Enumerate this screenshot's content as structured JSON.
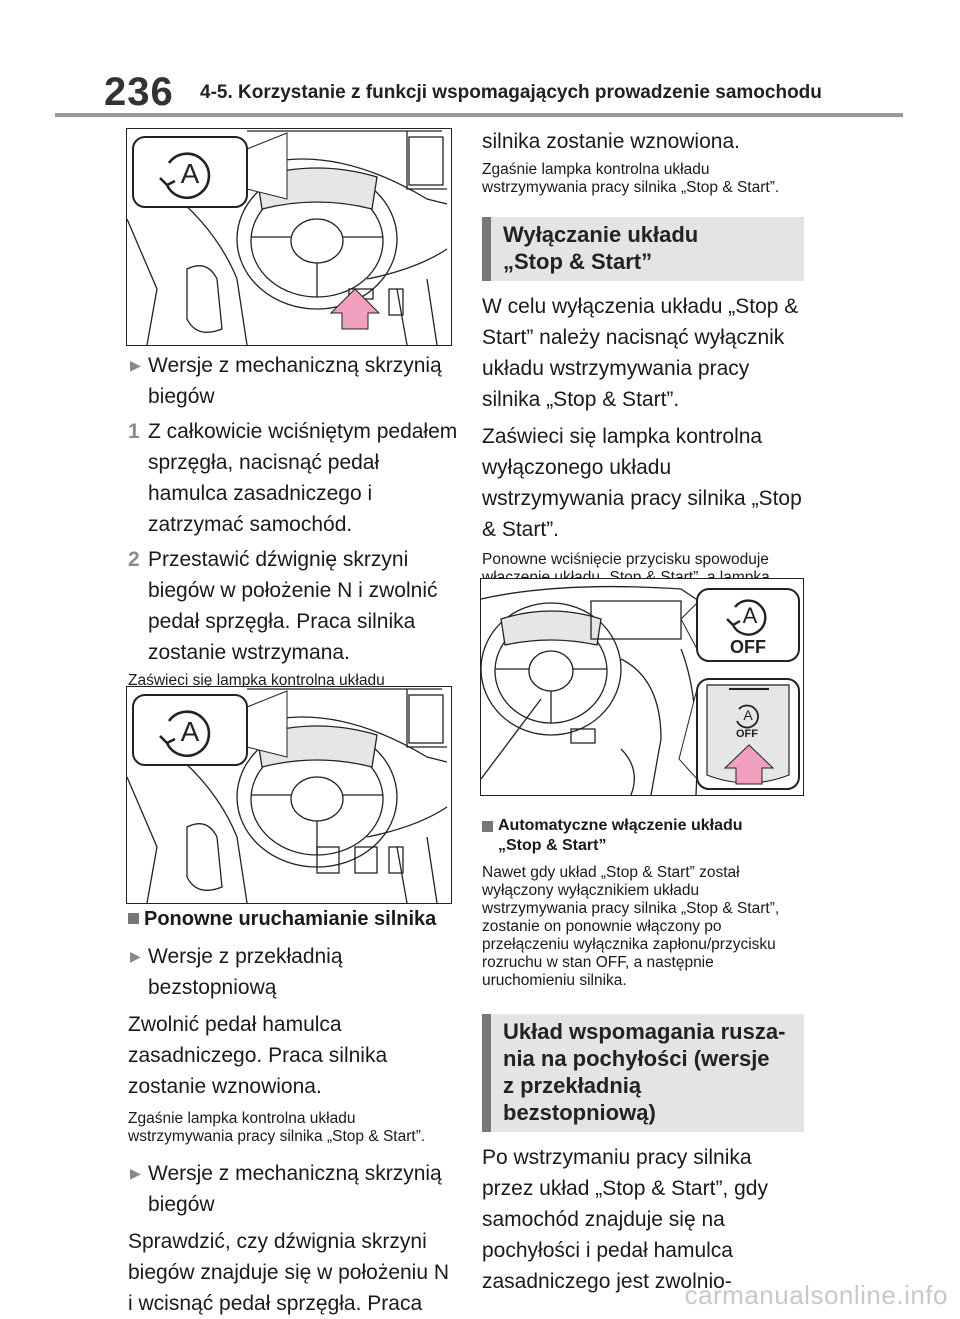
{
  "header": {
    "page_number": "236",
    "section_title": "4-5. Korzystanie z funkcji wspomagających prowadzenie samochodu"
  },
  "figures": {
    "fig1_icon": "A",
    "fig3_icon_large": "A",
    "fig3_label_large": "OFF",
    "fig3_icon_small": "A",
    "fig3_label_small": "OFF"
  },
  "left": {
    "manual1_heading": "Wersje z mechaniczną skrzynią biegów",
    "step1_num": "1",
    "step1_text": "Z całkowicie wciśniętym pedałem sprzęgła, nacisnąć pedał hamulca zasadniczego i zatrzymać samochód.",
    "step2_num": "2",
    "step2_text": "Przestawić dźwignię skrzyni biegów w położenie N i zwolnić pedał sprzęgła. Praca silnika zostanie wstrzymana.",
    "note1": "Zaświeci się lampka kontrolna układu wstrzymywania pracy silnika „Stop & Start”.",
    "restart_heading": "Ponowne uruchamianie silnika",
    "cvt_heading": "Wersje z przekładnią bezstopniową",
    "cvt_text": "Zwolnić pedał hamulca zasadniczego. Praca silnika zostanie wznowiona.",
    "note2": "Zgaśnie lampka kontrolna układu wstrzymywania pracy silnika „Stop & Start”.",
    "manual2_heading": "Wersje z mechaniczną skrzynią biegów",
    "manual2_text": "Sprawdzić, czy dźwignia skrzyni biegów znajduje się w położeniu N i wcisnąć pedał sprzęgła. Praca"
  },
  "right": {
    "cont_text": "silnika zostanie wznowiona.",
    "note3": "Zgaśnie lampka kontrolna układu wstrzymywania pracy silnika „Stop & Start”.",
    "sec1_line1": "Wyłączanie układu",
    "sec1_line2": "„Stop & Start”",
    "p1": "W celu wyłączenia układu „Stop & Start” należy nacisnąć wyłącznik układu wstrzymywania pracy silnika „Stop & Start”.",
    "p2": "Zaświeci się lampka kontrolna wyłączonego układu wstrzymywania pracy silnika „Stop & Start”.",
    "note4": "Ponowne wciśnięcie przycisku spowoduje włączenie układu „Stop & Start”, a lampka kontrolna wyłączonego układu wstrzymywania pracy silnika „Stop & Start”. zgaśnie.",
    "auto_heading_l1": "Automatyczne włączenie układu",
    "auto_heading_l2": "„Stop & Start”",
    "auto_text": "Nawet gdy układ „Stop & Start” został wyłączony wyłącznikiem układu wstrzymywania pracy silnika „Stop & Start”, zostanie on ponownie włączony po przełączeniu wyłącznika zapłonu/przycisku rozruchu w stan OFF, a następnie uruchomieniu silnika.",
    "sec2_line1": "Układ wspomagania rusza-",
    "sec2_line2": "nia na pochyłości (wersje",
    "sec2_line3": "z przekładnią bezstopniową)",
    "p3": "Po wstrzymaniu pracy silnika przez układ „Stop & Start”, gdy samochód znajduje się na pochyłości i pedał hamulca zasadniczego jest zwolnio-"
  },
  "footer": {
    "watermark": "carmanualsonline.info"
  }
}
